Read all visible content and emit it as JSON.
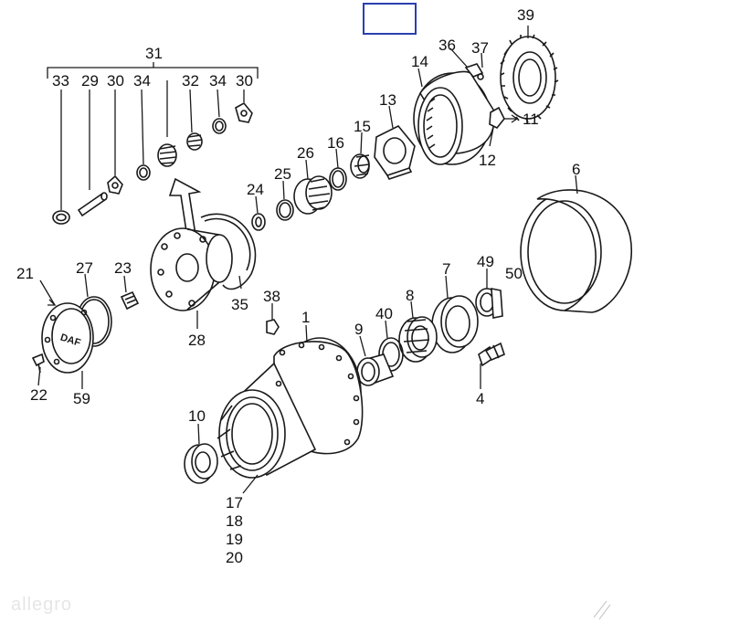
{
  "diagram": {
    "highlight_box": {
      "color": "#2a3fb0"
    },
    "watermark": "allegro",
    "labels": [
      {
        "id": "n31",
        "text": "31"
      },
      {
        "id": "n33",
        "text": "33"
      },
      {
        "id": "n29",
        "text": "29"
      },
      {
        "id": "n30a",
        "text": "30"
      },
      {
        "id": "n34a",
        "text": "34"
      },
      {
        "id": "n32",
        "text": "32"
      },
      {
        "id": "n34b",
        "text": "34"
      },
      {
        "id": "n30b",
        "text": "30"
      },
      {
        "id": "n39",
        "text": "39"
      },
      {
        "id": "n36",
        "text": "36"
      },
      {
        "id": "n37",
        "text": "37"
      },
      {
        "id": "n14",
        "text": "14"
      },
      {
        "id": "n13",
        "text": "13"
      },
      {
        "id": "n11",
        "text": "11"
      },
      {
        "id": "n12",
        "text": "12"
      },
      {
        "id": "n15",
        "text": "15"
      },
      {
        "id": "n16",
        "text": "16"
      },
      {
        "id": "n26",
        "text": "26"
      },
      {
        "id": "n25",
        "text": "25"
      },
      {
        "id": "n24",
        "text": "24"
      },
      {
        "id": "n6",
        "text": "6"
      },
      {
        "id": "n21",
        "text": "21"
      },
      {
        "id": "n27",
        "text": "27"
      },
      {
        "id": "n23",
        "text": "23"
      },
      {
        "id": "n35",
        "text": "35"
      },
      {
        "id": "n38",
        "text": "38"
      },
      {
        "id": "n28",
        "text": "28"
      },
      {
        "id": "n49",
        "text": "49"
      },
      {
        "id": "n50",
        "text": "50"
      },
      {
        "id": "n7",
        "text": "7"
      },
      {
        "id": "n8",
        "text": "8"
      },
      {
        "id": "n40",
        "text": "40"
      },
      {
        "id": "n9",
        "text": "9"
      },
      {
        "id": "n1",
        "text": "1"
      },
      {
        "id": "n22",
        "text": "22"
      },
      {
        "id": "n59",
        "text": "59"
      },
      {
        "id": "n4",
        "text": "4"
      },
      {
        "id": "n10",
        "text": "10"
      },
      {
        "id": "n17",
        "text": "17"
      },
      {
        "id": "n18",
        "text": "18"
      },
      {
        "id": "n19",
        "text": "19"
      },
      {
        "id": "n20",
        "text": "20"
      }
    ],
    "cover_logo": "DAF"
  }
}
